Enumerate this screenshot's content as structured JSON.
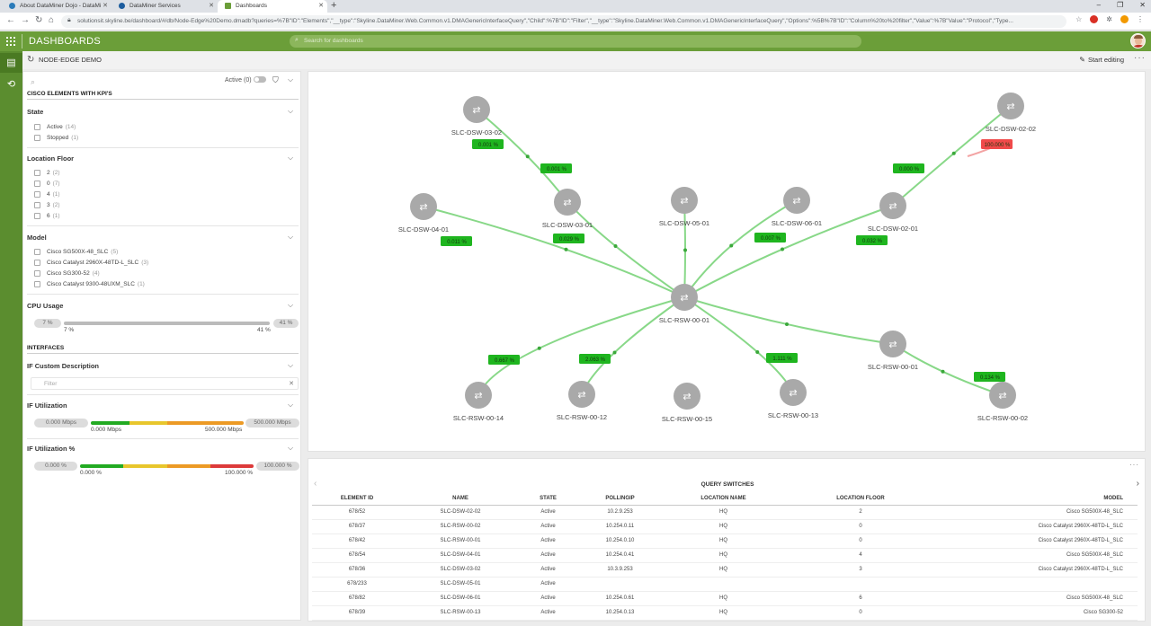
{
  "browser": {
    "tabs": [
      {
        "title": "About DataMiner Dojo - DataMi",
        "color": "#2b7bb9"
      },
      {
        "title": "DataMiner Services",
        "color": "#1b5c9e"
      },
      {
        "title": "Dashboards",
        "color": "#6b9e39"
      }
    ],
    "new_tab": "+",
    "url": "solutionsit.skyline.be/dashboard/#/db/Node-Edge%20Demo.dmadb?queries=%7B\"ID\":\"Elements\",\"__type\":\"Skyline.DataMiner.Web.Common.v1.DMAGenericInterfaceQuery\",\"Child\":%7B\"ID\":\"Filter\",\"__type\":\"Skyline.DataMiner.Web.Common.v1.DMAGenericInterfaceQuery\",\"Options\":%5B%7B\"ID\":\"Column%20to%20filter\",\"Value\":%7B\"Value\":\"Protocol\",\"Type..."
  },
  "header": {
    "app_title": "DASHBOARDS",
    "search_placeholder": "Search for dashboards"
  },
  "page": {
    "title": "NODE-EDGE DEMO",
    "start_editing": "Start editing"
  },
  "filters": {
    "active_label": "Active (0)",
    "cisco_group": "CISCO ELEMENTS WITH KPI'S",
    "interfaces_group": "INTERFACES",
    "state": {
      "title": "State",
      "options": [
        {
          "label": "Active",
          "count": "(14)"
        },
        {
          "label": "Stopped",
          "count": "(1)"
        }
      ]
    },
    "location_floor": {
      "title": "Location Floor",
      "options": [
        {
          "label": "2",
          "count": "(2)"
        },
        {
          "label": "0",
          "count": "(7)"
        },
        {
          "label": "4",
          "count": "(1)"
        },
        {
          "label": "3",
          "count": "(2)"
        },
        {
          "label": "6",
          "count": "(1)"
        }
      ]
    },
    "model": {
      "title": "Model",
      "options": [
        {
          "label": "Cisco SG500X-48_SLC",
          "count": "(5)"
        },
        {
          "label": "Cisco Catalyst 2960X-48TD-L_SLC",
          "count": "(3)"
        },
        {
          "label": "Cisco SG300-52",
          "count": "(4)"
        },
        {
          "label": "Cisco Catalyst 9300-48UXM_SLC",
          "count": "(1)"
        }
      ]
    },
    "cpu_usage": {
      "title": "CPU Usage",
      "min_pill": "7 %",
      "max_pill": "41 %",
      "min_label": "7 %",
      "max_label": "41 %"
    },
    "if_custom_description": {
      "title": "IF Custom Description",
      "placeholder": "Filter"
    },
    "if_utilization": {
      "title": "IF Utilization",
      "min_pill": "0.000 Mbps",
      "max_pill": "500.000 Mbps",
      "min_label": "0.000 Mbps",
      "max_label": "500.000 Mbps"
    },
    "if_utilization_pct": {
      "title": "IF Utilization %",
      "min_pill": "0.000 %",
      "max_pill": "100.000 %",
      "min_label": "0.000 %",
      "max_label": "100.000 %"
    },
    "gradient_colors": [
      "#22aa22",
      "#e8c62c",
      "#ec9a25",
      "#dd3a3a"
    ]
  },
  "graph": {
    "nodes": [
      {
        "id": "SLC-DSW-03-02"
      },
      {
        "id": "SLC-DSW-02-02"
      },
      {
        "id": "SLC-DSW-04-01"
      },
      {
        "id": "SLC-DSW-03-01"
      },
      {
        "id": "SLC-DSW-05-01"
      },
      {
        "id": "SLC-DSW-06-01"
      },
      {
        "id": "SLC-DSW-02-01"
      },
      {
        "id": "SLC-RSW-00-01"
      },
      {
        "id": "SLC-RSW-00-14"
      },
      {
        "id": "SLC-RSW-00-12"
      },
      {
        "id": "SLC-RSW-00-15"
      },
      {
        "id": "SLC-RSW-00-13"
      },
      {
        "id": "SLC-RSW-00-02"
      }
    ],
    "edges": [
      {
        "from": "SLC-DSW-03-02",
        "to": "SLC-DSW-03-01",
        "labels": [
          "0.001 %",
          "0.001 %"
        ]
      },
      {
        "from": "SLC-DSW-02-02",
        "to": "SLC-DSW-02-01",
        "labels": [
          "100.000 %",
          "0.000 %"
        ],
        "alert": true
      },
      {
        "from": "SLC-DSW-04-01",
        "to": "SLC-RSW-00-01",
        "labels": [
          "0.011 %"
        ]
      },
      {
        "from": "SLC-DSW-03-01",
        "to": "SLC-RSW-00-01",
        "labels": [
          "0.029 %"
        ]
      },
      {
        "from": "SLC-DSW-05-01",
        "to": "SLC-RSW-00-01",
        "labels": []
      },
      {
        "from": "SLC-DSW-06-01",
        "to": "SLC-RSW-00-01",
        "labels": [
          "0.007 %"
        ]
      },
      {
        "from": "SLC-DSW-02-01",
        "to": "SLC-RSW-00-01",
        "labels": [
          "0.032 %"
        ]
      },
      {
        "from": "SLC-RSW-00-14",
        "to": "SLC-RSW-00-01",
        "labels": [
          "0.667 %"
        ]
      },
      {
        "from": "SLC-RSW-00-12",
        "to": "SLC-RSW-00-01",
        "labels": [
          "2.063 %"
        ]
      },
      {
        "from": "SLC-RSW-00-13",
        "to": "SLC-RSW-00-01",
        "labels": [
          "1.111 %"
        ]
      },
      {
        "from": "SLC-RSW-00-01",
        "to": "SLC-RSW-00-01b",
        "labels": []
      },
      {
        "from": "SLC-RSW-00-01b",
        "to": "SLC-RSW-00-02",
        "labels": [
          "0.134 %"
        ]
      }
    ],
    "second_node_label": "SLC-RSW-00-01",
    "edge_color": "#88d888",
    "label_color": "#1fb51f",
    "alert_color": "#f04a4a"
  },
  "table": {
    "title": "QUERY SWITCHES",
    "columns": [
      "ELEMENT ID",
      "NAME",
      "STATE",
      "POLLINGIP",
      "LOCATION NAME",
      "LOCATION FLOOR",
      "MODEL"
    ],
    "rows": [
      [
        "678/52",
        "SLC-DSW-02-02",
        "Active",
        "10.2.9.253",
        "HQ",
        "2",
        "Cisco SG500X-48_SLC"
      ],
      [
        "678/37",
        "SLC-RSW-00-02",
        "Active",
        "10.254.0.11",
        "HQ",
        "0",
        "Cisco Catalyst 2960X-48TD-L_SLC"
      ],
      [
        "678/42",
        "SLC-RSW-00-01",
        "Active",
        "10.254.0.10",
        "HQ",
        "0",
        "Cisco Catalyst 2960X-48TD-L_SLC"
      ],
      [
        "678/54",
        "SLC-DSW-04-01",
        "Active",
        "10.254.0.41",
        "HQ",
        "4",
        "Cisco SG500X-48_SLC"
      ],
      [
        "678/36",
        "SLC-DSW-03-02",
        "Active",
        "10.3.9.253",
        "HQ",
        "3",
        "Cisco Catalyst 2960X-48TD-L_SLC"
      ],
      [
        "678/233",
        "SLC-DSW-05-01",
        "Active",
        "",
        "",
        "",
        ""
      ],
      [
        "678/82",
        "SLC-DSW-06-01",
        "Active",
        "10.254.0.61",
        "HQ",
        "6",
        "Cisco SG500X-48_SLC"
      ],
      [
        "678/39",
        "SLC-RSW-00-13",
        "Active",
        "10.254.0.13",
        "HQ",
        "0",
        "Cisco SG300-52"
      ]
    ]
  }
}
